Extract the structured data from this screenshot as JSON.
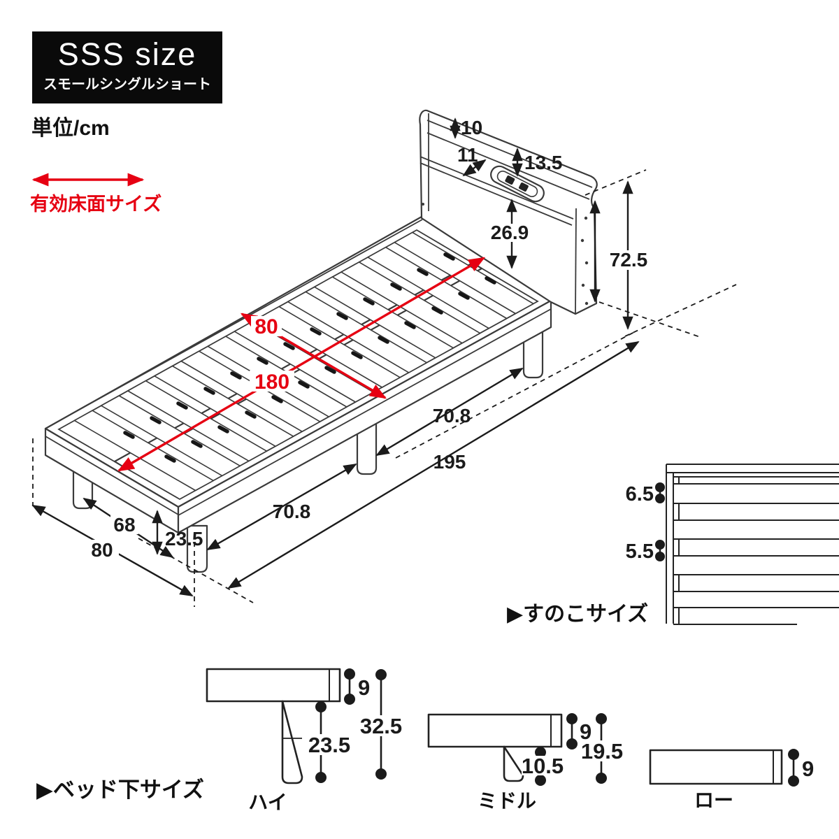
{
  "header": {
    "size_badge": {
      "title": "SSS size",
      "subtitle": "スモールシングルショート"
    },
    "unit_label": "単位/cm",
    "effective_area_label": "有効床面サイズ"
  },
  "colors": {
    "accent_red": "#e60012",
    "ink": "#1b1b1b",
    "badge_bg": "#0a0a0a"
  },
  "bed_dimensions": {
    "headboard_top_lip": "10",
    "shelf_depth": "11",
    "shelf_opening_height": "13.5",
    "headboard_panel_height": "26.9",
    "headboard_height": "72.5",
    "effective_width": "80",
    "effective_length": "180",
    "leg_pitch_head_side": "70.8",
    "total_length": "195",
    "leg_pitch_foot_side": "70.8",
    "inner_leg_width": "68",
    "under_bed_clearance": "23.5",
    "total_width": "80"
  },
  "sunoko_section": {
    "title": "▶すのこサイズ",
    "gap_width": "6.5",
    "slat_width": "5.5"
  },
  "under_bed_section": {
    "title": "▶ベッド下サイズ",
    "variants": [
      {
        "name": "ハイ",
        "frame_height": "9",
        "clearance": "23.5",
        "total_height": "32.5"
      },
      {
        "name": "ミドル",
        "frame_height": "9",
        "clearance": "10.5",
        "total_height": "19.5"
      },
      {
        "name": "ロー",
        "frame_height": "9"
      }
    ]
  }
}
